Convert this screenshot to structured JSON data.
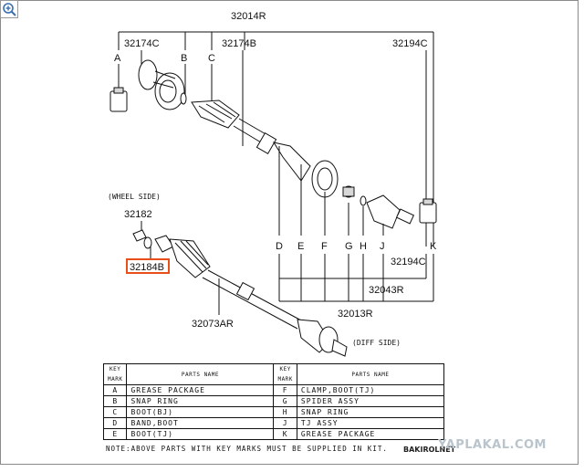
{
  "callouts": {
    "c32014R": "32014R",
    "c32174C": "32174C",
    "c32174B": "32174B",
    "c32194C_top": "32194C",
    "c32194C_right": "32194C",
    "c32182": "32182",
    "c32184B": "32184B",
    "c32043R": "32043R",
    "c32013R": "32013R",
    "c32073AR": "32073AR"
  },
  "side_labels": {
    "wheel": "(WHEEL SIDE)",
    "diff": "(DIFF SIDE)"
  },
  "key_letters": [
    "A",
    "B",
    "C",
    "D",
    "E",
    "F",
    "G",
    "H",
    "J",
    "K"
  ],
  "legend": {
    "key_header": "KEY MARK",
    "name_header": "PARTS NAME",
    "left": [
      {
        "key": "A",
        "name": "GREASE PACKAGE"
      },
      {
        "key": "B",
        "name": "SNAP RING"
      },
      {
        "key": "C",
        "name": "BOOT(BJ)"
      },
      {
        "key": "D",
        "name": "BAND,BOOT"
      },
      {
        "key": "E",
        "name": "BOOT(TJ)"
      }
    ],
    "right": [
      {
        "key": "F",
        "name": "CLAMP,BOOT(TJ)"
      },
      {
        "key": "G",
        "name": "SPIDER ASSY"
      },
      {
        "key": "H",
        "name": "SNAP RING"
      },
      {
        "key": "J",
        "name": "TJ ASSY"
      },
      {
        "key": "K",
        "name": "GREASE PACKAGE"
      }
    ]
  },
  "note": "NOTE:ABOVE PARTS WITH KEY MARKS MUST BE SUPPLIED IN KIT.",
  "watermark": "YAPLAKAL.COM",
  "author": "BAKIROLNET",
  "colors": {
    "highlight": "#e8501a",
    "watermark": "#b9c4cc"
  }
}
